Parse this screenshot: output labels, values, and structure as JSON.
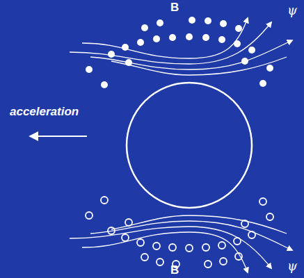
{
  "diagram": {
    "labels": [
      "B",
      "ψ",
      "acceleration",
      "ψ",
      "B"
    ]
  }
}
